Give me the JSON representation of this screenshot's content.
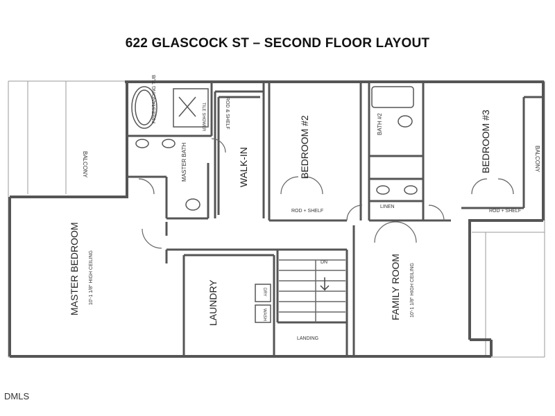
{
  "title": "622 GLASCOCK ST – SECOND FLOOR LAYOUT",
  "watermark": "DMLS",
  "rooms": {
    "master_bedroom": "MASTER BEDROOM",
    "master_bath": "MASTER BATH",
    "walk_in": "WALK-IN",
    "bedroom2": "BEDROOM #2",
    "bedroom3": "BEDROOM #3",
    "bath2": "BATH #2",
    "family_room": "FAMILY ROOM",
    "laundry": "LAUNDRY",
    "balcony_left": "BALCONY",
    "balcony_right": "BALCONY",
    "linen": "LINEN",
    "landing": "LANDING"
  },
  "notes": {
    "freestanding_tub": "FREESTANDING TUB",
    "tile_shower": "TILE SHOWER",
    "rod_shelf_walkin": "ROD & SHELF",
    "rod_shelf_bed2": "ROD + SHELF",
    "rod_shelf_bed3": "ROD + SHELF",
    "ceiling_master": "10'-1 1/8\" HIGH CEILING",
    "ceiling_family": "10'-1 1/8\" HIGH CEILING",
    "washer": "WASH",
    "dryer": "DRY",
    "dn": "DN"
  },
  "colors": {
    "wall": "#555555",
    "line": "#777777",
    "text": "#222222"
  }
}
